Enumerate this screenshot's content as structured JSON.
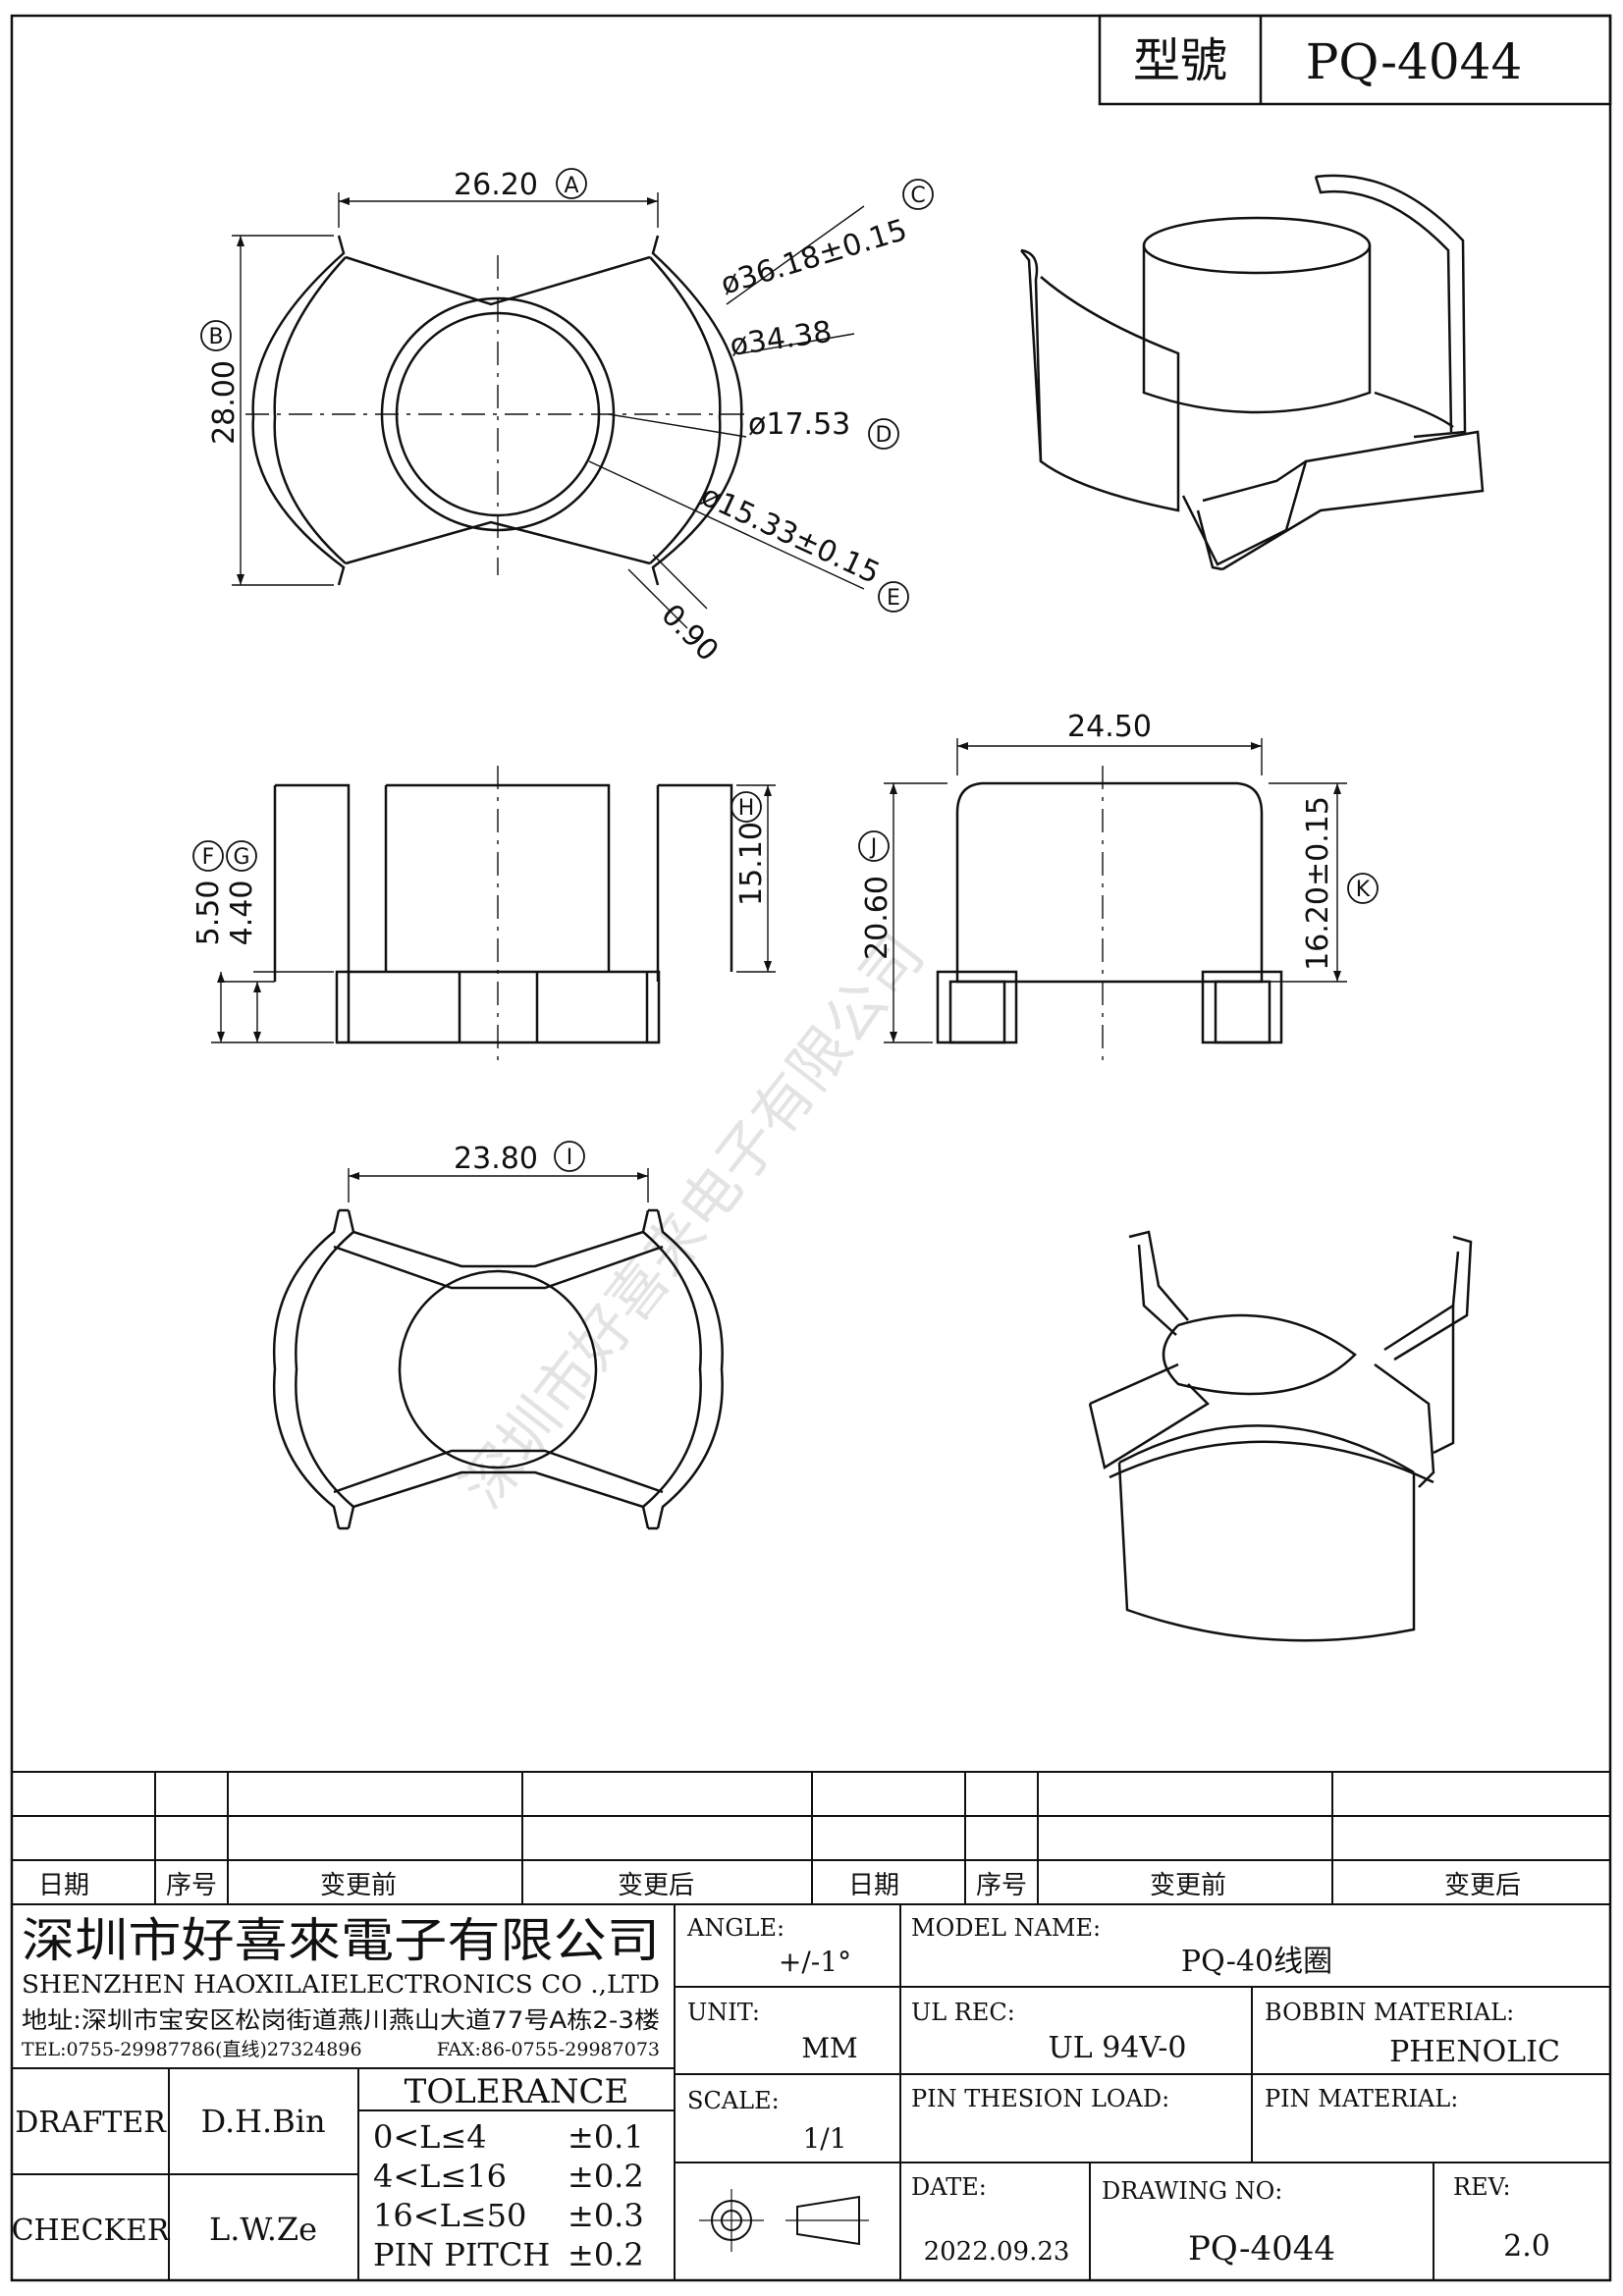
{
  "title_block": {
    "model_label": "型號",
    "model_value": "PQ-4044"
  },
  "top_view_dims": {
    "width": "26.20",
    "width_tag": "A",
    "height": "28.00",
    "height_tag": "B",
    "dia_outer": "ø36.18±0.15",
    "dia_outer_tag": "C",
    "dia_34": "ø34.38",
    "dia_1753": "ø17.53",
    "dia_1753_tag": "D",
    "dia_inner": "ø15.33±0.15",
    "dia_inner_tag": "E",
    "wall": "0.90"
  },
  "front_view_dims": {
    "h550": "5.50",
    "h550_tag": "F",
    "h440": "4.40",
    "h440_tag": "G",
    "h1510": "15.10",
    "h1510_tag": "H"
  },
  "side_view_dims": {
    "width": "24.50",
    "height": "20.60",
    "height_tag": "J",
    "h1620": "16.20±0.15",
    "h1620_tag": "K"
  },
  "bottom_view_dims": {
    "width": "23.80",
    "width_tag": "I"
  },
  "watermark": "深圳市好喜来电子有限公司",
  "revision_headers": {
    "left_date": "日期",
    "left_seq": "序号",
    "left_before": "变更前",
    "left_after": "变更后",
    "right_date": "日期",
    "right_seq": "序号",
    "right_before": "变更前",
    "right_after": "变更后"
  },
  "company": {
    "name_cn": "深圳市好喜來電子有限公司",
    "name_en": "SHENZHEN  HAOXILAIELECTRONICS  CO .,LTD",
    "address": "地址:深圳市宝安区松岗街道燕川燕山大道77号A栋2-3楼",
    "tel": "TEL:0755-29987786(直线)27324896",
    "fax": "FAX:86-0755-29987073"
  },
  "fields": {
    "angle_label": "ANGLE:",
    "angle_value": "+/-1°",
    "model_name_label": "MODEL NAME:",
    "model_name_value": "PQ-40线圈",
    "unit_label": "UNIT:",
    "unit_value": "MM",
    "ul_rec_label": "UL REC:",
    "ul_rec_value": "UL 94V-0",
    "bobbin_material_label": "BOBBIN MATERIAL:",
    "bobbin_material_value": "PHENOLIC",
    "scale_label": "SCALE:",
    "scale_value": "1/1",
    "pin_tension_label": "PIN THESION LOAD:",
    "pin_material_label": "PIN MATERIAL:",
    "date_label": "DATE:",
    "date_value": "2022.09.23",
    "drawing_no_label": "DRAWING NO:",
    "drawing_no_value": "PQ-4044",
    "rev_label": "REV:",
    "rev_value": "2.0",
    "drafter_label": "DRAFTER",
    "drafter_value": "D.H.Bin",
    "checker_label": "CHECKER",
    "checker_value": "L.W.Ze"
  },
  "tolerance": {
    "title": "TOLERANCE",
    "rows": [
      {
        "range": "0<L≤4",
        "value": "±0.1"
      },
      {
        "range": "4<L≤16",
        "value": "±0.2"
      },
      {
        "range": "16<L≤50",
        "value": "±0.3"
      },
      {
        "range": "PIN PITCH",
        "value": "±0.2"
      }
    ]
  }
}
